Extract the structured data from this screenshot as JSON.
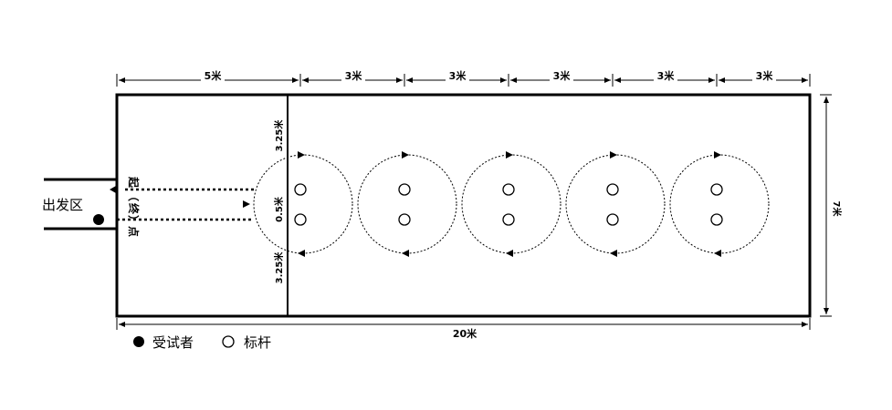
{
  "dimensions": {
    "top": [
      "5米",
      "3米",
      "3米",
      "3米",
      "3米",
      "3米"
    ],
    "bottom": "20米",
    "right": "7米",
    "vertical": [
      "3.25米",
      "0.5米",
      "3.25米"
    ]
  },
  "labels": {
    "start_area": "出发区",
    "start_end_point": [
      "起",
      "（",
      "终",
      "）",
      "点"
    ]
  },
  "legend": {
    "tester": "受试者",
    "pole": "标杆"
  },
  "poles": {
    "columns": 5,
    "per_column": 2
  }
}
